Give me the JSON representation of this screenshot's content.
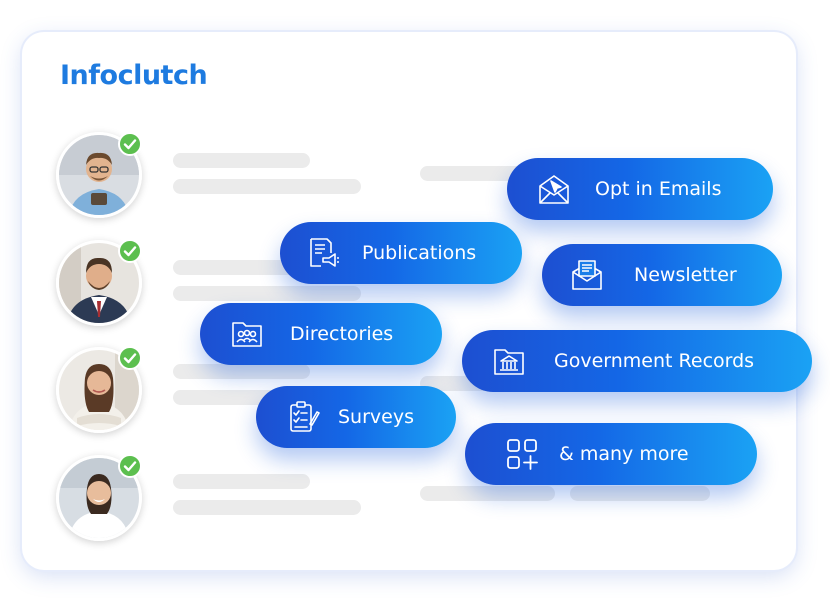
{
  "brand": {
    "logo_text": "Infoclutch",
    "accent_color": "#1e7be0"
  },
  "people": [
    {
      "avatar": "man-with-glasses-holding-tablet",
      "verified_icon": "check-icon"
    },
    {
      "avatar": "man-in-suit-with-beard",
      "verified_icon": "check-icon"
    },
    {
      "avatar": "woman-arms-crossed",
      "verified_icon": "check-icon"
    },
    {
      "avatar": "woman-smiling-office",
      "verified_icon": "check-icon"
    }
  ],
  "data_sources": [
    {
      "label": "Opt in Emails",
      "icon": "email-cursor-icon"
    },
    {
      "label": "Publications",
      "icon": "publication-megaphone-icon"
    },
    {
      "label": "Newsletter",
      "icon": "newsletter-envelope-icon"
    },
    {
      "label": "Directories",
      "icon": "folder-people-icon"
    },
    {
      "label": "Government Records",
      "icon": "folder-government-building-icon"
    },
    {
      "label": "Surveys",
      "icon": "clipboard-checklist-icon"
    },
    {
      "label": "& many more",
      "icon": "apps-grid-plus-icon"
    }
  ],
  "colors": {
    "pill_gradient_start": "#1d4fd1",
    "pill_gradient_end": "#1aa2f4",
    "verified_green": "#5cbf4f",
    "placeholder_gray": "#ebebeb"
  }
}
